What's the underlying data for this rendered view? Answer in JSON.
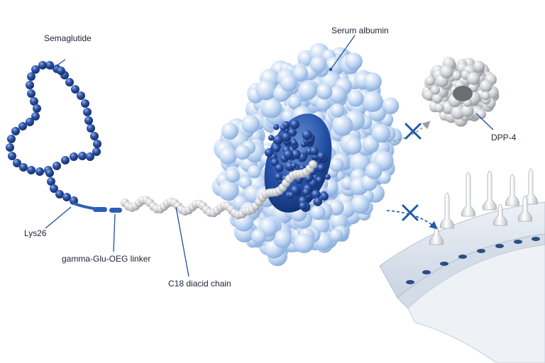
{
  "labels": {
    "semaglutide": "Semaglutide",
    "lys26": "Lys26",
    "linker": "gamma-Glu-OEG linker",
    "c18": "C18 diacid chain",
    "albumin": "Serum albumin",
    "dpp4": "DPP-4"
  },
  "colors": {
    "peptide_bead": "#2f55a8",
    "peptide_bead_dark": "#1b3a82",
    "linker": "#2b5fb7",
    "fatty_chain": "#b7b9bd",
    "albumin_light": "#cfe0f5",
    "albumin_mid": "#a9c6ec",
    "albumin_pocket": "#1d4a9c",
    "dpp4": "#d9dadc",
    "block_mark": "#1f5aa8",
    "membrane": "#dfe5ee",
    "receptor": "#e4e5e8",
    "leader_line": "#1f4f9c"
  },
  "icons": {
    "block_dpp4": "cross-mark-icon",
    "block_receptor": "cross-mark-icon"
  }
}
